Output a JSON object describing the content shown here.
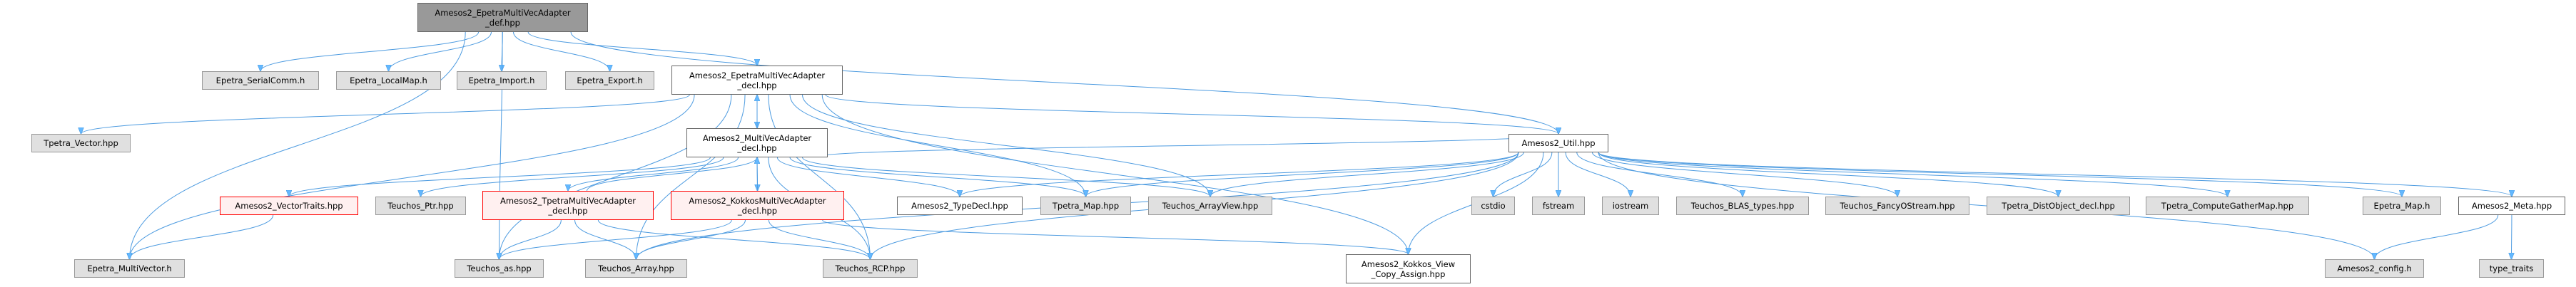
{
  "colors": {
    "edge": "#4d9be0",
    "arrow": "#63b8ff",
    "root_fill": "#999999",
    "external_fill": "#e0e0e0",
    "red_border": "#ff0000"
  },
  "nodes": {
    "root": {
      "label": "Amesos2_EpetraMultiVecAdapter\n_def.hpp",
      "kind": "root"
    },
    "serialcomm": {
      "label": "Epetra_SerialComm.h",
      "kind": "gray"
    },
    "localmap": {
      "label": "Epetra_LocalMap.h",
      "kind": "gray"
    },
    "import": {
      "label": "Epetra_Import.h",
      "kind": "gray"
    },
    "export": {
      "label": "Epetra_Export.h",
      "kind": "gray"
    },
    "epetradecl": {
      "label": "Amesos2_EpetraMultiVecAdapter\n_decl.hpp",
      "kind": "white"
    },
    "tpetravector": {
      "label": "Tpetra_Vector.hpp",
      "kind": "gray"
    },
    "mvdecl": {
      "label": "Amesos2_MultiVecAdapter\n_decl.hpp",
      "kind": "white"
    },
    "vectortraits": {
      "label": "Amesos2_VectorTraits.hpp",
      "kind": "red"
    },
    "teuchosptr": {
      "label": "Teuchos_Ptr.hpp",
      "kind": "gray"
    },
    "tpetradecl": {
      "label": "Amesos2_TpetraMultiVecAdapter\n_decl.hpp",
      "kind": "red"
    },
    "kokkosdecl": {
      "label": "Amesos2_KokkosMultiVecAdapter\n_decl.hpp",
      "kind": "red"
    },
    "epetramv": {
      "label": "Epetra_MultiVector.h",
      "kind": "gray"
    },
    "teuchosas": {
      "label": "Teuchos_as.hpp",
      "kind": "gray"
    },
    "teuchosarray": {
      "label": "Teuchos_Array.hpp",
      "kind": "gray"
    },
    "teuchosrcp": {
      "label": "Teuchos_RCP.hpp",
      "kind": "gray"
    },
    "util": {
      "label": "Amesos2_Util.hpp",
      "kind": "white"
    },
    "typedecl": {
      "label": "Amesos2_TypeDecl.hpp",
      "kind": "white"
    },
    "tpetramap": {
      "label": "Tpetra_Map.hpp",
      "kind": "gray"
    },
    "arrayview": {
      "label": "Teuchos_ArrayView.hpp",
      "kind": "gray"
    },
    "kokkosview": {
      "label": "Amesos2_Kokkos_View\n_Copy_Assign.hpp",
      "kind": "white"
    },
    "cstdio": {
      "label": "cstdio",
      "kind": "gray"
    },
    "fstream": {
      "label": "fstream",
      "kind": "gray"
    },
    "iostream": {
      "label": "iostream",
      "kind": "gray"
    },
    "blas": {
      "label": "Teuchos_BLAS_types.hpp",
      "kind": "gray"
    },
    "fancy": {
      "label": "Teuchos_FancyOStream.hpp",
      "kind": "gray"
    },
    "distobject": {
      "label": "Tpetra_DistObject_decl.hpp",
      "kind": "gray"
    },
    "gathermap": {
      "label": "Tpetra_ComputeGatherMap.hpp",
      "kind": "gray"
    },
    "epetramap": {
      "label": "Epetra_Map.h",
      "kind": "gray"
    },
    "meta": {
      "label": "Amesos2_Meta.hpp",
      "kind": "white"
    },
    "config": {
      "label": "Amesos2_config.h",
      "kind": "gray"
    },
    "typetraits": {
      "label": "type_traits",
      "kind": "gray"
    }
  },
  "edges": [
    [
      "root",
      "serialcomm"
    ],
    [
      "root",
      "localmap"
    ],
    [
      "root",
      "import"
    ],
    [
      "root",
      "export"
    ],
    [
      "root",
      "epetradecl"
    ],
    [
      "root",
      "util"
    ],
    [
      "root",
      "epetramv"
    ],
    [
      "root",
      "teuchosas"
    ],
    [
      "epetradecl",
      "mvdecl"
    ],
    [
      "epetradecl",
      "tpetravector"
    ],
    [
      "epetradecl",
      "epetramv"
    ],
    [
      "epetradecl",
      "teuchosas"
    ],
    [
      "epetradecl",
      "teuchosarray"
    ],
    [
      "epetradecl",
      "teuchosrcp"
    ],
    [
      "epetradecl",
      "tpetramap"
    ],
    [
      "epetradecl",
      "kokkosview"
    ],
    [
      "epetradecl",
      "util"
    ],
    [
      "epetradecl",
      "arrayview"
    ],
    [
      "mvdecl",
      "epetradecl"
    ],
    [
      "mvdecl",
      "vectortraits"
    ],
    [
      "mvdecl",
      "teuchosptr"
    ],
    [
      "mvdecl",
      "tpetradecl"
    ],
    [
      "mvdecl",
      "kokkosdecl"
    ],
    [
      "mvdecl",
      "typedecl"
    ],
    [
      "mvdecl",
      "tpetramap"
    ],
    [
      "mvdecl",
      "arrayview"
    ],
    [
      "mvdecl",
      "teuchosrcp"
    ],
    [
      "mvdecl",
      "util"
    ],
    [
      "tpetradecl",
      "mvdecl"
    ],
    [
      "tpetradecl",
      "teuchosas"
    ],
    [
      "tpetradecl",
      "teuchosarray"
    ],
    [
      "tpetradecl",
      "teuchosrcp"
    ],
    [
      "kokkosdecl",
      "mvdecl"
    ],
    [
      "kokkosdecl",
      "teuchosas"
    ],
    [
      "kokkosdecl",
      "teuchosarray"
    ],
    [
      "kokkosdecl",
      "teuchosrcp"
    ],
    [
      "kokkosdecl",
      "kokkosview"
    ],
    [
      "vectortraits",
      "epetramv"
    ],
    [
      "util",
      "typedecl"
    ],
    [
      "util",
      "tpetramap"
    ],
    [
      "util",
      "arrayview"
    ],
    [
      "util",
      "cstdio"
    ],
    [
      "util",
      "fstream"
    ],
    [
      "util",
      "iostream"
    ],
    [
      "util",
      "blas"
    ],
    [
      "util",
      "fancy"
    ],
    [
      "util",
      "distobject"
    ],
    [
      "util",
      "gathermap"
    ],
    [
      "util",
      "epetramap"
    ],
    [
      "util",
      "meta"
    ],
    [
      "util",
      "config"
    ],
    [
      "util",
      "teuchosrcp"
    ],
    [
      "util",
      "kokkosview"
    ],
    [
      "util",
      "teuchosarray"
    ],
    [
      "meta",
      "config"
    ],
    [
      "meta",
      "typetraits"
    ]
  ]
}
